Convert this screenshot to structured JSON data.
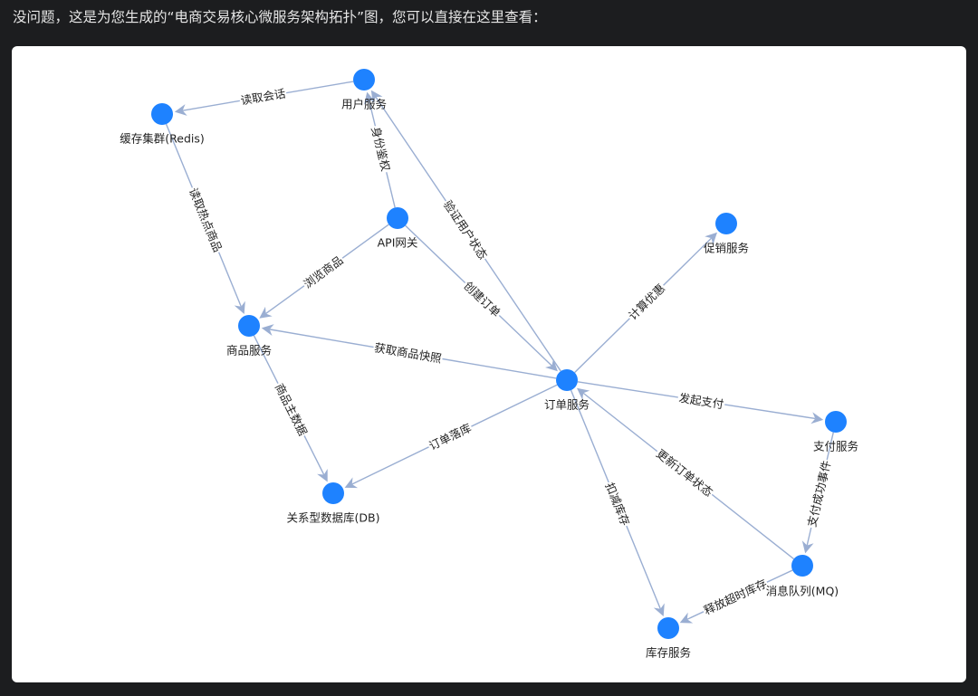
{
  "message": {
    "text": "没问题，这是为您生成的“电商交易核心微服务架构拓扑”图，您可以直接在这里查看："
  },
  "diagram": {
    "node_color": "#1e82ff",
    "edge_color": "#9aaed2",
    "nodes": [
      {
        "id": "user",
        "label": "用户服务"
      },
      {
        "id": "cache",
        "label": "缓存集群(Redis)"
      },
      {
        "id": "gateway",
        "label": "API网关"
      },
      {
        "id": "promo",
        "label": "促销服务"
      },
      {
        "id": "product",
        "label": "商品服务"
      },
      {
        "id": "order",
        "label": "订单服务"
      },
      {
        "id": "pay",
        "label": "支付服务"
      },
      {
        "id": "db",
        "label": "关系型数据库(DB)"
      },
      {
        "id": "mq",
        "label": "消息队列(MQ)"
      },
      {
        "id": "stock",
        "label": "库存服务"
      }
    ],
    "edges": [
      {
        "from": "user",
        "to": "cache",
        "label": "读取会话"
      },
      {
        "from": "gateway",
        "to": "user",
        "label": "身份鉴权"
      },
      {
        "from": "order",
        "to": "user",
        "label": "验证用户状态"
      },
      {
        "from": "cache",
        "to": "product",
        "label": "读取热点商品"
      },
      {
        "from": "gateway",
        "to": "product",
        "label": "浏览商品"
      },
      {
        "from": "gateway",
        "to": "order",
        "label": "创建订单"
      },
      {
        "from": "order",
        "to": "promo",
        "label": "计算优惠"
      },
      {
        "from": "order",
        "to": "product",
        "label": "获取商品快照"
      },
      {
        "from": "order",
        "to": "pay",
        "label": "发起支付"
      },
      {
        "from": "product",
        "to": "db",
        "label": "商品主数据"
      },
      {
        "from": "order",
        "to": "db",
        "label": "订单落库"
      },
      {
        "from": "mq",
        "to": "order",
        "label": "更新订单状态"
      },
      {
        "from": "order",
        "to": "stock",
        "label": "扣减库存"
      },
      {
        "from": "pay",
        "to": "mq",
        "label": "支付成功事件"
      },
      {
        "from": "mq",
        "to": "stock",
        "label": "释放超时库存"
      }
    ]
  }
}
